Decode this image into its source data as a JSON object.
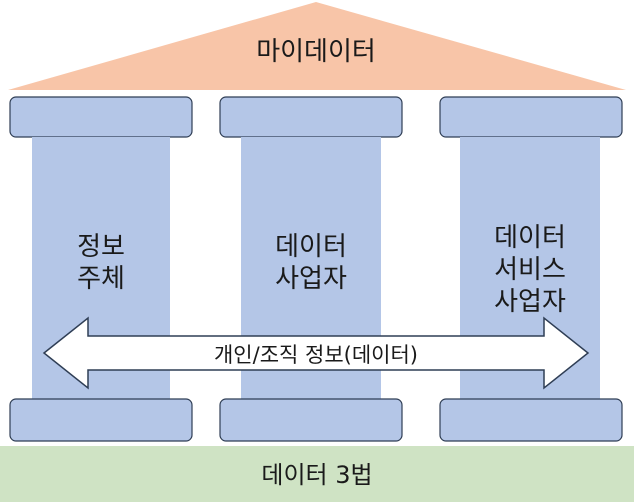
{
  "roof": {
    "label": "마이데이터",
    "color": "#f8c5a8"
  },
  "foundation": {
    "label": "데이터 3법",
    "color": "#cfe3c4"
  },
  "pillars": [
    {
      "lines": [
        "정보",
        "주체"
      ]
    },
    {
      "lines": [
        "데이터",
        "사업자"
      ]
    },
    {
      "lines": [
        "데이터",
        "서비스",
        "사업자"
      ]
    }
  ],
  "arrow": {
    "label": "개인/조직 정보(데이터)"
  },
  "colors": {
    "pillar_fill": "#b4c6e7",
    "stroke": "#2f3e55",
    "arrow_fill": "#ffffff"
  }
}
